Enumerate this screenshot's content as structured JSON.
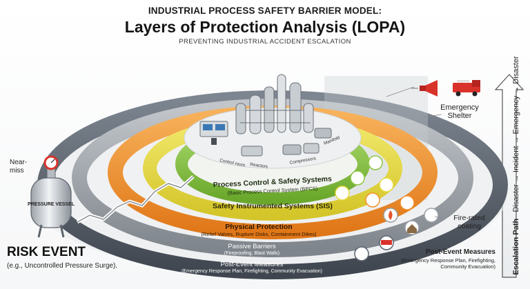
{
  "header": {
    "top_title": "INDUSTRIAL PROCESS SAFETY BARRIER MODEL:",
    "main_title": "Layers of Protection Analysis (LOPA)",
    "subtitle": "PREVENTING INDUSTRIAL ACCIDENT ESCALATION"
  },
  "core_labels": {
    "control_room": "Control room",
    "reactors": "Reactors",
    "compressors": "Compressors",
    "manifold": "Manifold"
  },
  "layers": [
    {
      "name": "Process Control & Safety Systems",
      "detail": "(Basic Process Control System (BPCS)",
      "color": "#8cc63f"
    },
    {
      "name": "Safety Instrumented Systems (SIS)",
      "detail": "",
      "color": "#e6d83a"
    },
    {
      "name": "Physical Protection",
      "detail": "(Relief Valves, Rupture Disks, Containment Dikes)",
      "color": "#f3922e"
    },
    {
      "name": "Passive Barriers",
      "detail": "(Fireproofing, Blast Walls)",
      "color": "#9aa0a6"
    },
    {
      "name": "Post-Event Measures",
      "detail": "(Emergency Response Plan, Firefighting, Community Evacuation)",
      "color": "#5b6470"
    }
  ],
  "callouts": {
    "near_miss": "Near-miss",
    "vessel_label": "PRESSURE VESSEL",
    "emergency_shelter": "Emergency Shelter",
    "fire_rated": "Fire-rated coating",
    "post_event_title": "Post-Event Measures",
    "post_event_detail": "(Emergency Response Plan, Firefighting, Community Evacuation)"
  },
  "risk_event": {
    "title": "RISK EVENT",
    "detail": "(e.g., Uncontrolled Pressure Surge)."
  },
  "escalation": {
    "label": "Escalation Path",
    "path": "Disaster → Incident → Emergency → Disaster"
  },
  "colors": {
    "accent_red": "#d9322b",
    "ring_dark": "#5b6470",
    "ring_gray": "#9aa0a6",
    "ring_orange": "#f3922e",
    "ring_yellow": "#e6d83a",
    "ring_green": "#8cc63f"
  },
  "icons": [
    "alarm-horn-icon",
    "fire-truck-icon",
    "gauge-icon",
    "fire-icon",
    "house-icon",
    "shield-icon",
    "valve-icon",
    "wrench-icon",
    "network-icon",
    "flow-icon"
  ]
}
